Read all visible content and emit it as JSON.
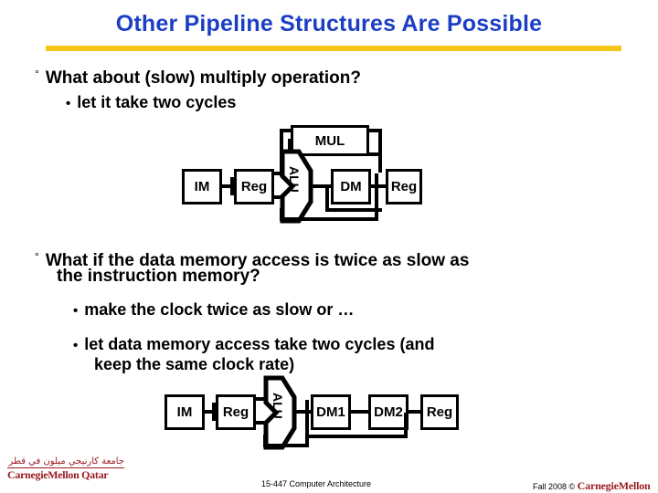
{
  "slide": {
    "title": "Other Pipeline Structures Are Possible",
    "accent_color": "#1b3ec4",
    "rule_color": "#f5c518",
    "bullet_level1_glyph": "°",
    "bullet_level2_glyph": "•"
  },
  "body": {
    "point1": "What about (slow) multiply operation?",
    "point1_sub1": "let it take two cycles",
    "point2_line1": "What if the data memory access is twice as slow as",
    "point2_line2": "the instruction memory?",
    "point2_sub1": "make the clock twice as slow or …",
    "point2_sub2_line1": "let data memory access take two cycles (and",
    "point2_sub2_line2": "keep the same clock rate)"
  },
  "diagram1": {
    "name": "multiply-two-cycle-pipeline",
    "stages": [
      {
        "label": "IM"
      },
      {
        "label": "Reg"
      },
      {
        "label": "ALU"
      },
      {
        "label": "MUL"
      },
      {
        "label": "DM"
      },
      {
        "label": "Reg"
      }
    ]
  },
  "diagram2": {
    "name": "data-memory-two-cycle-pipeline",
    "stages": [
      {
        "label": "IM"
      },
      {
        "label": "Reg"
      },
      {
        "label": "ALU"
      },
      {
        "label": "DM1"
      },
      {
        "label": "DM2"
      },
      {
        "label": "Reg"
      }
    ]
  },
  "footer": {
    "course": "15-447  Computer Architecture",
    "term": "Fall 2008 ©",
    "brand": "CarnegieMellon"
  },
  "logo": {
    "arabic": "جامعة كارنيجي ميلون في قطر",
    "english": "CarnegieMellon Qatar",
    "color": "#9b1b22"
  }
}
